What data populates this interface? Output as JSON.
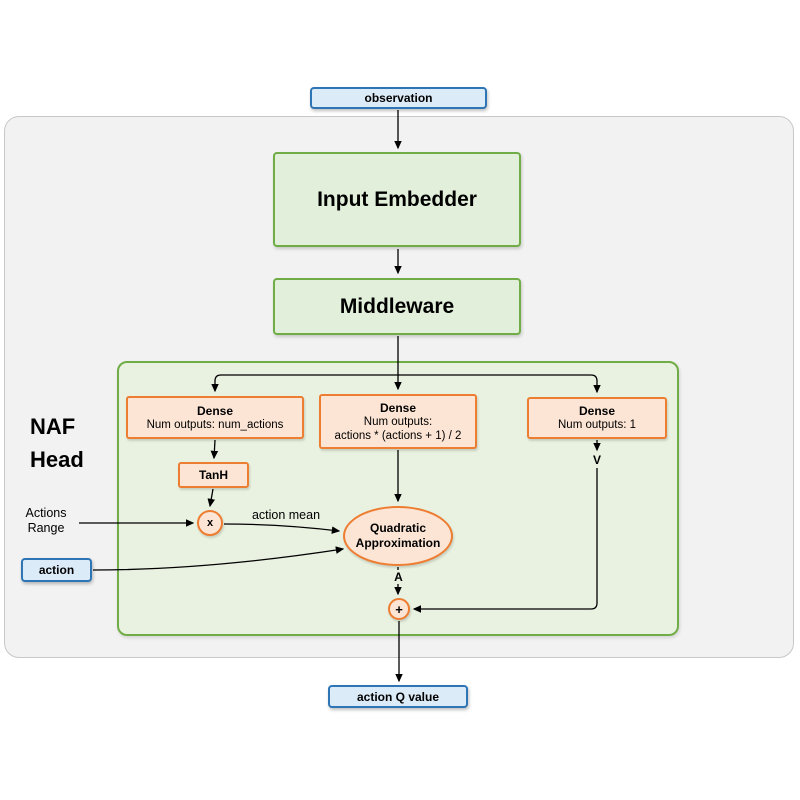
{
  "title": "NAF head network architecture diagram",
  "diagram": {
    "nodes": {
      "observation": {
        "label": "observation"
      },
      "input_embedder": {
        "label": "Input Embedder"
      },
      "middleware": {
        "label": "Middleware"
      },
      "dense_actions": {
        "title": "Dense",
        "subtitle": "Num outputs: num_actions"
      },
      "dense_lower_triangular": {
        "title": "Dense",
        "subtitle_line1": "Num outputs:",
        "subtitle_line2": "actions * (actions + 1) / 2"
      },
      "dense_value": {
        "title": "Dense",
        "subtitle": "Num outputs: 1"
      },
      "tanh": {
        "label": "TanH"
      },
      "multiply": {
        "symbol": "x"
      },
      "quadratic_approximation": {
        "line1": "Quadratic",
        "line2": "Approximation"
      },
      "add": {
        "symbol": "+"
      },
      "action": {
        "label": "action"
      },
      "action_q_value": {
        "label": "action Q value"
      }
    },
    "labels": {
      "naf_head_line1": "NAF",
      "naf_head_line2": "Head",
      "actions_range_line1": "Actions",
      "actions_range_line2": "Range",
      "action_mean": "action mean",
      "advantage": "A",
      "state_value": "V"
    },
    "colors": {
      "blue_border": "#2E75B6",
      "blue_fill": "#DCEBF8",
      "green_border": "#70AD47",
      "green_fill": "#E2EFDA",
      "naf_panel_fill": "#E9F2E1",
      "orange_border": "#ED7D31",
      "orange_fill": "#FCE5D5",
      "outer_panel_fill": "#F2F2F2",
      "outer_panel_border": "#C8C8C8",
      "arrow": "#000000"
    }
  }
}
